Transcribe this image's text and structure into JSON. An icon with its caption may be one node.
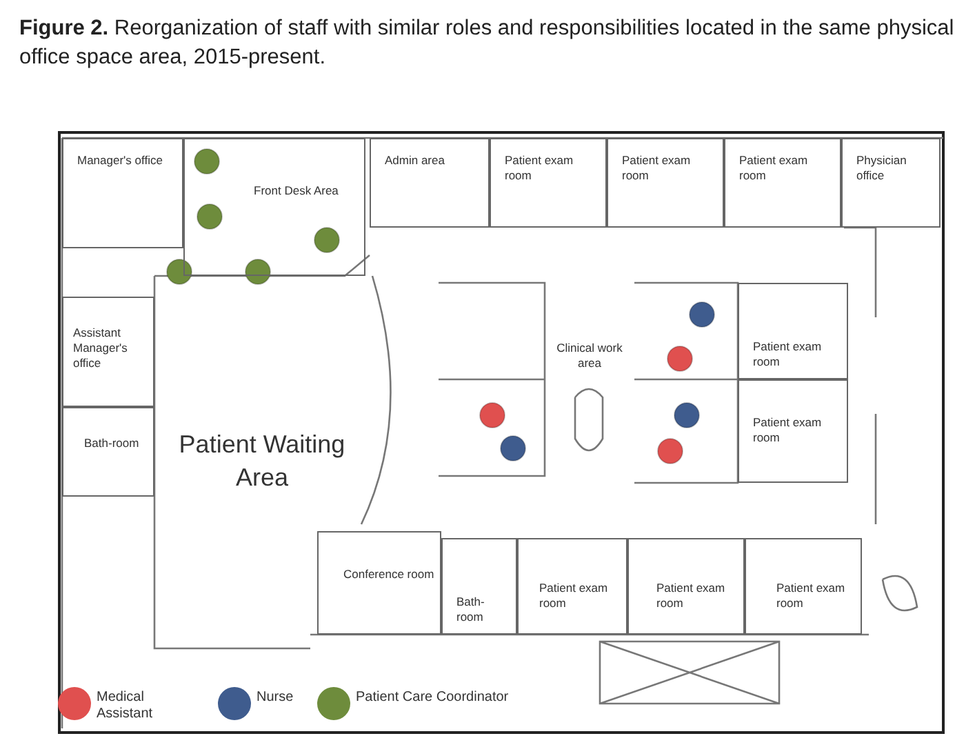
{
  "diagram": {
    "title": "**Figure 2.** Reorganization of staff with similar roles and responsibilities located in the same physical office space area, 2015-present.",
    "nodes": [
      {
        "text": [
          "Manager's office"
        ]
      },
      {
        "text": [
          "Front Desk Area"
        ]
      },
      {
        "text": [
          "Admin area"
        ]
      },
      {
        "text": [
          "Patient exam room"
        ]
      },
      {
        "text": [
          "Patient exam room"
        ]
      },
      {
        "text": [
          "Patient exam room"
        ]
      },
      {
        "text": [
          "Physician office"
        ]
      },
      {
        "text": [
          "Assistant Manager's office"
        ]
      },
      {
        "text": [
          "Patient exam room"
        ]
      },
      {
        "text": [
          "Clinical work area"
        ]
      },
      {
        "text": [
          "Patient exam room"
        ]
      },
      {
        "text": [
          "Bath-room"
        ]
      },
      {
        "text": [
          "Patient Waiting Area"
        ]
      },
      {
        "text": [
          "Conference room"
        ]
      },
      {
        "text": [
          "Bath-room"
        ]
      },
      {
        "text": [
          "Patient exam room"
        ]
      },
      {
        "text": [
          "Patient exam room"
        ]
      },
      {
        "text": [
          "Patient exam room"
        ]
      }
    ],
    "edges": [],
    "legend": [
      {
        "text": "Medical Assistant",
        "color": "#e0504f"
      },
      {
        "text": "Nurse",
        "color": "#3f5c8e"
      },
      {
        "text": "Patient Care Coordinator",
        "color": "#6e8c3c"
      }
    ]
  }
}
